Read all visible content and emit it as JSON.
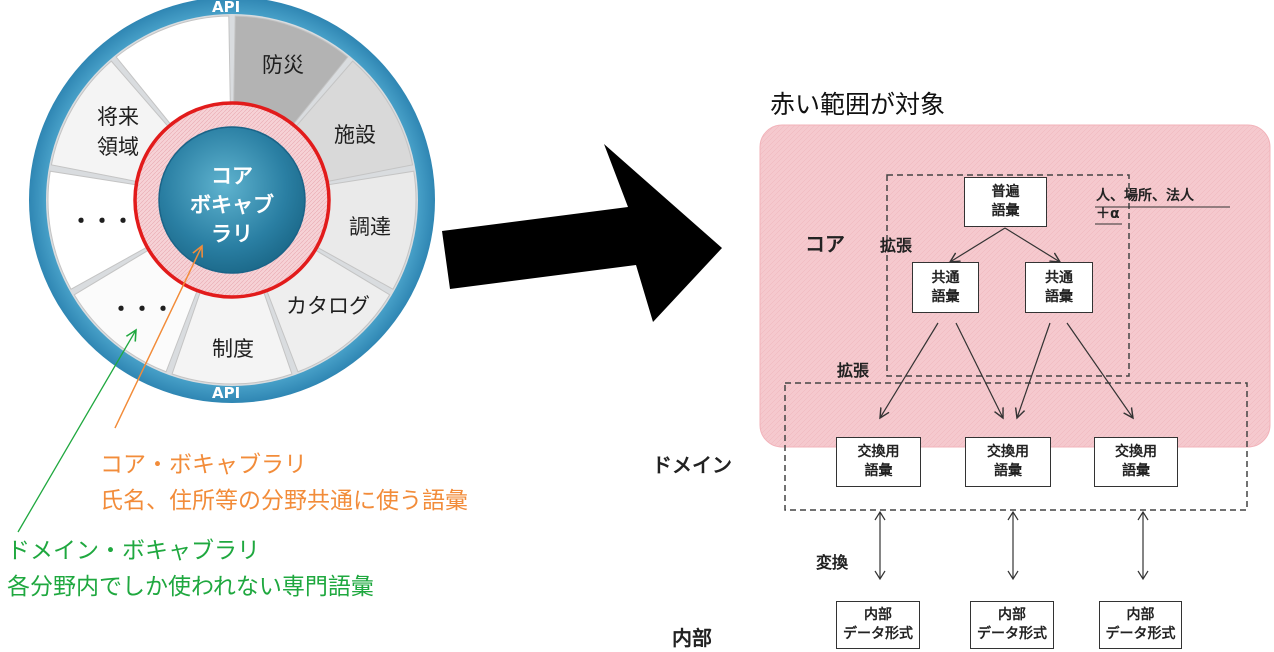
{
  "wheel": {
    "api_top": "API",
    "api_bottom": "API",
    "sectors": {
      "bousai": "防災",
      "shisetsu": "施設",
      "chotatsu": "調達",
      "catalog": "カタログ",
      "seido": "制度",
      "dots_lower": "・・・",
      "dots_upper": "・・・",
      "shorai_line1": "将来",
      "shorai_line2": "領域"
    },
    "core_line1": "コア",
    "core_line2": "ボキャブ",
    "core_line3": "ラリ"
  },
  "notes": {
    "core_title": "コア・ボキャブラリ",
    "core_desc": "氏名、住所等の分野共通に使う語彙",
    "domain_title": "ドメイン・ボキャブラリ",
    "domain_desc": "各分野内でしか使われない専門語彙",
    "core_color": "#f28c3a",
    "domain_color": "#1fa83f"
  },
  "diagram": {
    "caption": "赤い範囲が対象",
    "row_core": "コア",
    "row_domain": "ドメイン",
    "row_internal": "内部",
    "extend_upper": "拡張",
    "extend_lower": "拡張",
    "convert": "変換",
    "universal": [
      "普遍",
      "語彙"
    ],
    "common_left": [
      "共通",
      "語彙"
    ],
    "common_right": [
      "共通",
      "語彙"
    ],
    "exchange": [
      [
        "交換用",
        "語彙"
      ],
      [
        "交換用",
        "語彙"
      ],
      [
        "交換用",
        "語彙"
      ]
    ],
    "internal_format": [
      [
        "内部",
        "データ形式"
      ],
      [
        "内部",
        "データ形式"
      ],
      [
        "内部",
        "データ形式"
      ]
    ],
    "note_line1": "人、場所、法人",
    "note_line2": "＋α",
    "highlight_color": "#f4c7cc"
  }
}
